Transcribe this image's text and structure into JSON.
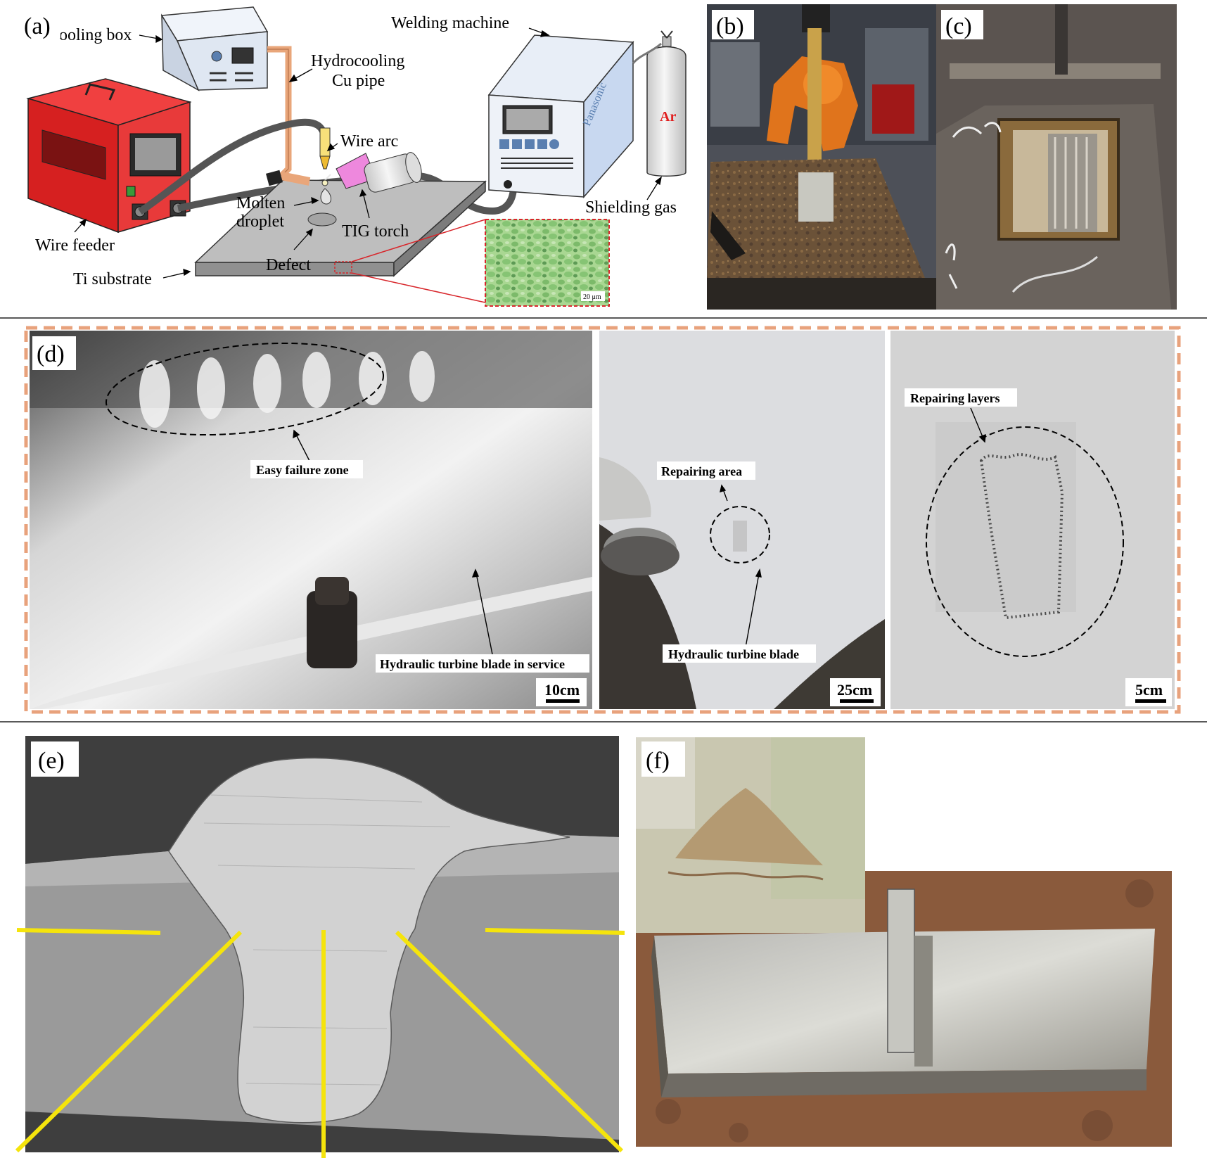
{
  "panels": {
    "a": {
      "letter": "(a)",
      "labels": {
        "cooling_box": "ooling box",
        "hydrocooling_l1": "Hydrocooling",
        "hydrocooling_l2": "Cu pipe",
        "welding_machine": "Welding machine",
        "panasonic": "Panasonic",
        "ar": "Ar",
        "wire_arc": "Wire arc",
        "molten_l1": "Molten",
        "molten_l2": "droplet",
        "tig_torch": "TIG torch",
        "shielding_gas": "Shielding gas",
        "wire_feeder": "Wire feeder",
        "defect": "Defect",
        "ti_substrate": "Ti substrate",
        "scale": "20 μm"
      }
    },
    "b": {
      "letter": "(b)"
    },
    "c": {
      "letter": "(c)"
    },
    "d": {
      "letter": "(d)",
      "labels": {
        "easy_failure": "Easy failure zone",
        "blade_in_service": "Hydraulic turbine blade in service",
        "scale1": "10cm",
        "repairing_area": "Repairing area",
        "turbine_blade": "Hydraulic turbine blade",
        "scale2": "25cm",
        "repairing_layers": "Repairing layers",
        "scale3": "5cm"
      }
    },
    "e": {
      "letter": "(e)"
    },
    "f": {
      "letter": "(f)"
    }
  },
  "colors": {
    "dash_border": "#e8a27c",
    "marker_yellow": "#f5e40c",
    "feeder_red": "#e02020",
    "micro_green": "#9fd08a",
    "callout_red": "#d8262b"
  }
}
